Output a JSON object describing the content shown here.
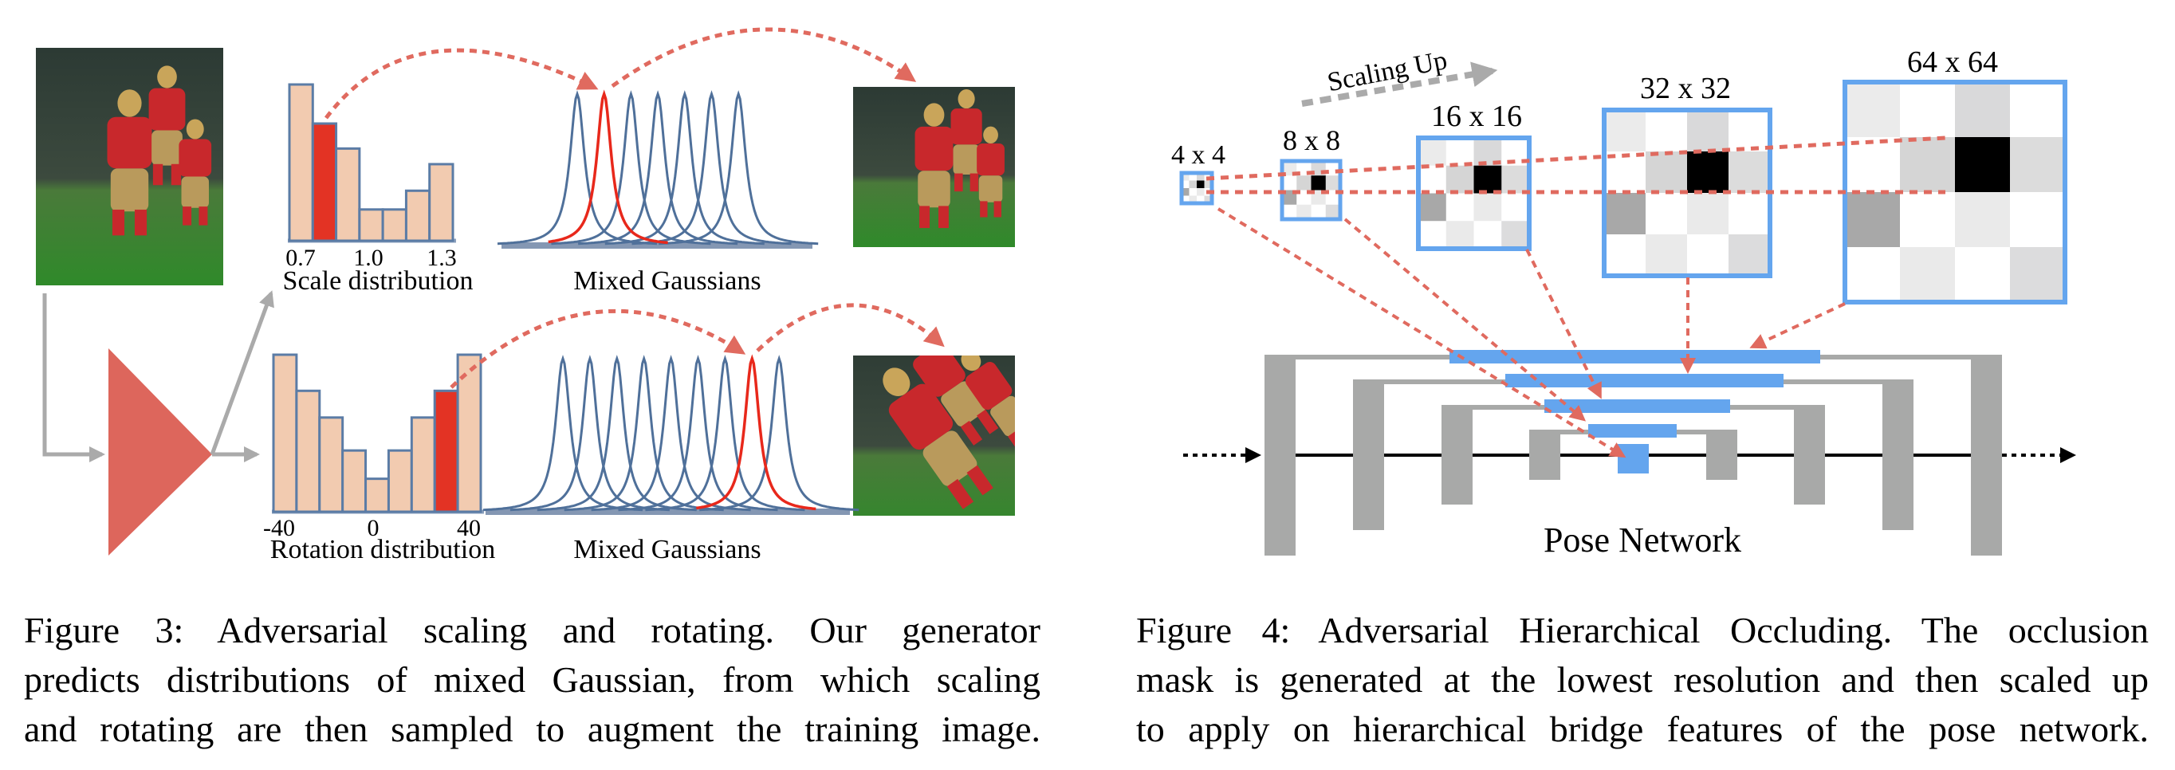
{
  "figure3": {
    "caption_lines": [
      "Figure 3: Adversarial scaling and rotating. Our generator",
      "predicts distributions of mixed Gaussian, from which scaling",
      "and rotating are then sampled to augment the training image."
    ],
    "generator_color": "#dd665c",
    "arrow_color": "#aaaaaa",
    "dashed_arrow_color": "#e06a5f",
    "scale_panel": {
      "histogram_label": "Scale distribution",
      "tick_labels": [
        "0.7",
        "1.0",
        "1.3"
      ],
      "relative_bar_heights": [
        1.0,
        0.75,
        0.59,
        0.2,
        0.2,
        0.32,
        0.49
      ],
      "selected_bar_index": 1,
      "gaussians_label": "Mixed Gaussians",
      "gaussian_count": 7,
      "selected_gaussian_index": 1
    },
    "rotation_panel": {
      "histogram_label": "Rotation distribution",
      "tick_labels": [
        "-40",
        "0",
        "40"
      ],
      "relative_bar_heights": [
        1.0,
        0.77,
        0.6,
        0.39,
        0.21,
        0.39,
        0.6,
        0.77,
        1.0
      ],
      "selected_bar_index": 7,
      "gaussians_label": "Mixed Gaussians",
      "gaussian_count": 9,
      "selected_gaussian_index": 7
    },
    "colors": {
      "bar_fill": "#f2cbb0",
      "bar_stroke": "#5b7ca6",
      "bar_selected": "#e33324",
      "gaussian": "#4f709a",
      "gaussian_selected": "#e8281b"
    },
    "images": [
      "input-photo-football-players",
      "scaled-output-photo",
      "rotated-output-photo"
    ]
  },
  "figure4": {
    "caption_lines": [
      "Figure 4: Adversarial Hierarchical Occluding. The occlusion",
      "mask is generated at the lowest resolution and then scaled up",
      "to apply on hierarchical bridge features of the pose network."
    ],
    "scaling_label": "Scaling Up",
    "network_label": "Pose Network",
    "mask_labels": [
      "4 x 4",
      "8 x 8",
      "16 x 16",
      "32 x 32",
      "64 x 64"
    ],
    "mask_pattern": [
      [
        "#ebebeb",
        "#ffffff",
        "#d9d9da",
        "#ffffff"
      ],
      [
        "#ffffff",
        "#d5d5d5",
        "#000000",
        "#dcdcdc"
      ],
      [
        "#a8a8a8",
        "#ffffff",
        "#eaeaea",
        "#ffffff"
      ],
      [
        "#ffffff",
        "#eaeaea",
        "#ffffff",
        "#dcdcdd"
      ]
    ],
    "colors": {
      "mask_border": "#64a5ee",
      "bridge_feature": "#64a5ee",
      "network_block": "#a8a9a8",
      "dashed": "#e06a5f",
      "flow_line": "#000000"
    }
  }
}
